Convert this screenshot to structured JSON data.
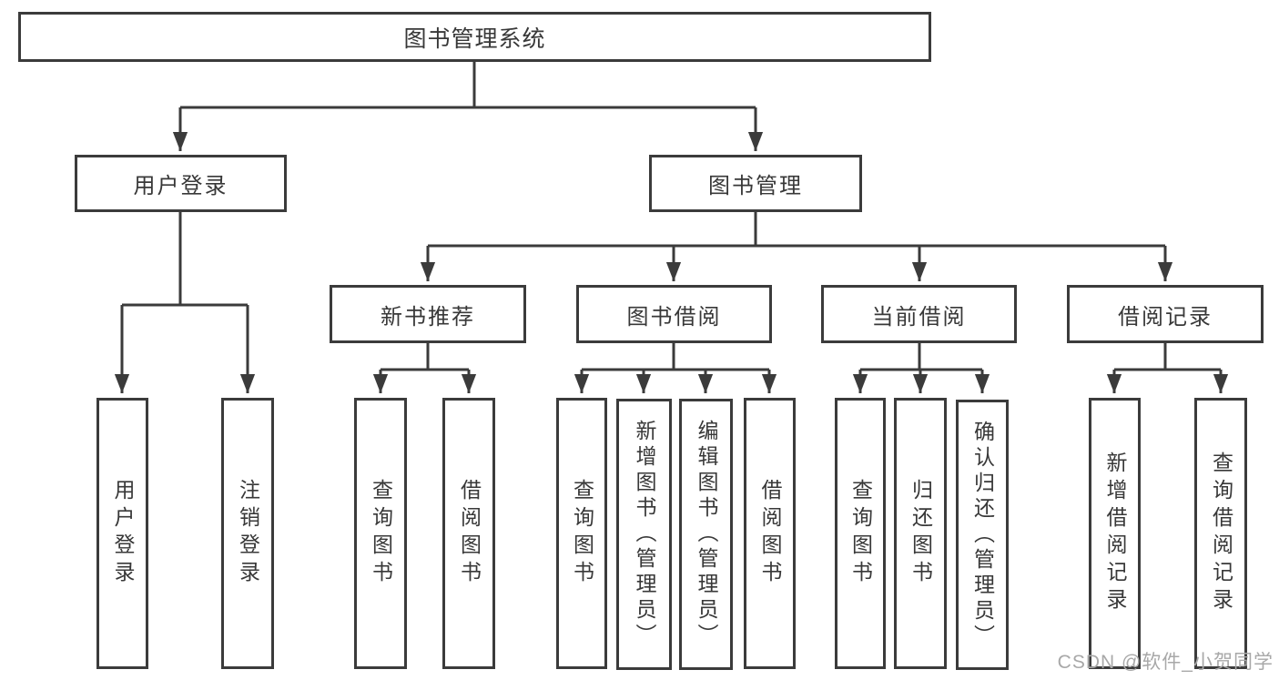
{
  "diagram": {
    "tree": {
      "label": "图书管理系统",
      "children": [
        {
          "label": "用户登录",
          "children": [
            {
              "label": "用户登录"
            },
            {
              "label": "注销登录"
            }
          ]
        },
        {
          "label": "图书管理",
          "children": [
            {
              "label": "新书推荐",
              "children": [
                {
                  "label": "查询图书"
                },
                {
                  "label": "借阅图书"
                }
              ]
            },
            {
              "label": "图书借阅",
              "children": [
                {
                  "label": "查询图书"
                },
                {
                  "label": "新增图书（管理员）"
                },
                {
                  "label": "编辑图书（管理员）"
                },
                {
                  "label": "借阅图书"
                }
              ]
            },
            {
              "label": "当前借阅",
              "children": [
                {
                  "label": "查询图书"
                },
                {
                  "label": "归还图书"
                },
                {
                  "label": "确认归还（管理员）"
                }
              ]
            },
            {
              "label": "借阅记录",
              "children": [
                {
                  "label": "新增借阅记录"
                },
                {
                  "label": "查询借阅记录"
                }
              ]
            }
          ]
        }
      ]
    },
    "colors": {
      "line": "#3b3b3b",
      "text": "#383838",
      "background": "#ffffff",
      "watermark": "#a8a8a8"
    }
  },
  "watermark": {
    "text": "CSDN @软件_小贺同学"
  }
}
